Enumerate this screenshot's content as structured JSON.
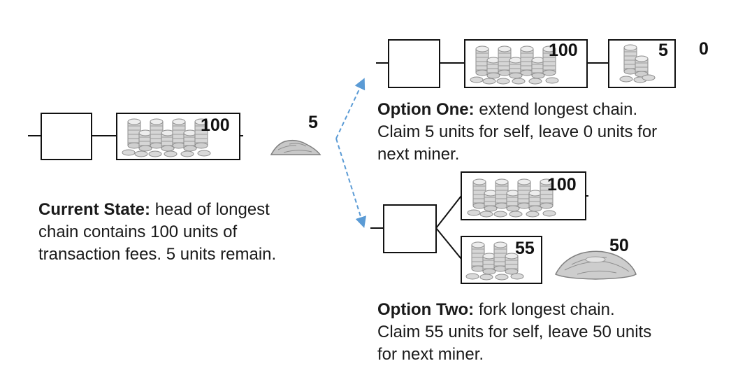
{
  "current": {
    "label": "Current State:",
    "lines": [
      "head of longest",
      "chain contains 100 units of",
      "transaction fees. 5 units remain."
    ],
    "block_fee": "100",
    "remaining": "5"
  },
  "option_one": {
    "label": "Option One:",
    "lines": [
      "extend longest chain.",
      "Claim 5 units for self, leave 0 units for",
      "next miner."
    ],
    "block_fee": "100",
    "new_block_fee": "5",
    "left_over": "0"
  },
  "option_two": {
    "label": "Option Two:",
    "lines": [
      "fork longest chain.",
      "Claim 55 units for self, leave 50 units",
      "for next miner."
    ],
    "block_fee": "100",
    "fork_block_fee": "55",
    "left_over": "50"
  },
  "icons": {
    "coin_stack": "coin-stack-icon",
    "coin_pile": "coin-pile-icon"
  },
  "colors": {
    "stroke": "#111111",
    "arrow": "#5b9bd5",
    "coin_fill": "#d9d9d9",
    "coin_edge": "#8c8c8c"
  }
}
